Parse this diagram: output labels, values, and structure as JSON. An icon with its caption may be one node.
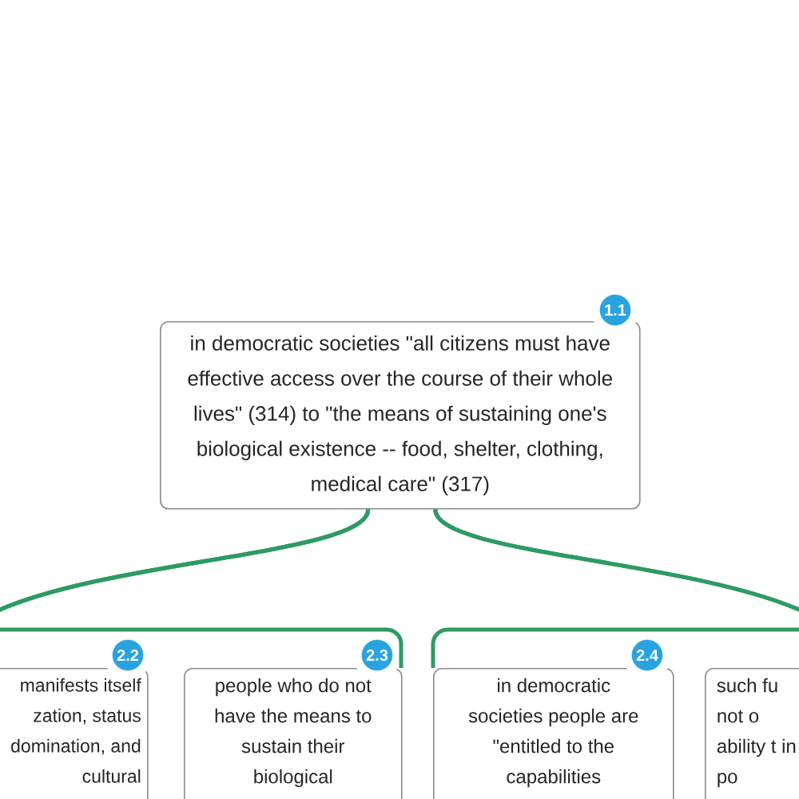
{
  "diagram": {
    "nodes": [
      {
        "text": [
          "in democratic societies \"all citizens must have effective access over the course of their whole lives\" (314) to \"the means of sustaining one's biological existence -- food, shelter, clothing, medical care\" (317)"
        ],
        "beside": [
          "1.1"
        ]
      },
      {
        "text": [
          "manifests itself zation, status domination, and cultural"
        ],
        "beside": [
          "2.2"
        ]
      },
      {
        "text": [
          "people who do not have the means to sustain their biological"
        ],
        "beside": [
          "2.3"
        ]
      },
      {
        "text": [
          "in democratic societies people are \"entitled to the capabilities"
        ],
        "beside": [
          "2.4"
        ]
      },
      {
        "text": [
          "such fu not o ability t in po"
        ]
      }
    ],
    "edges": [
      {
        "from": 0,
        "to": 1,
        "arrow": "none"
      },
      {
        "from": 0,
        "to": 2,
        "arrow": "none"
      },
      {
        "from": 0,
        "to": 3,
        "arrow": "none"
      },
      {
        "from": 0,
        "to": 4,
        "arrow": "none"
      }
    ]
  }
}
